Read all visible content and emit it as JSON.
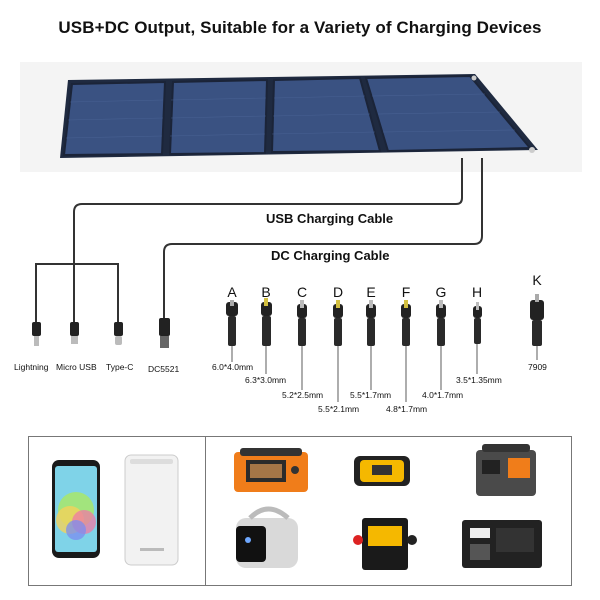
{
  "title": "USB+DC Output, Suitable for a Variety of Charging Devices",
  "cables": {
    "usb_label": "USB Charging Cable",
    "dc_label": "DC Charging Cable"
  },
  "usb_connectors": [
    {
      "label": "Lightning"
    },
    {
      "label": "Micro USB"
    },
    {
      "label": "Type-C"
    }
  ],
  "dc_connector": {
    "label": "DC5521"
  },
  "dc_tips": [
    {
      "letter": "A",
      "size": "6.0*4.0mm"
    },
    {
      "letter": "B",
      "size": "6.3*3.0mm"
    },
    {
      "letter": "C",
      "size": "5.2*2.5mm"
    },
    {
      "letter": "D",
      "size": "5.5*2.1mm"
    },
    {
      "letter": "E",
      "size": "5.5*1.7mm"
    },
    {
      "letter": "F",
      "size": "4.8*1.7mm"
    },
    {
      "letter": "G",
      "size": "4.0*1.7mm"
    },
    {
      "letter": "H",
      "size": "3.5*1.35mm"
    },
    {
      "letter": "K",
      "size": "7909"
    }
  ],
  "colors": {
    "panel_blue": "#2b3f6b",
    "panel_frame": "#1f2a40",
    "orange": "#f07d1a",
    "cable": "#333333"
  }
}
